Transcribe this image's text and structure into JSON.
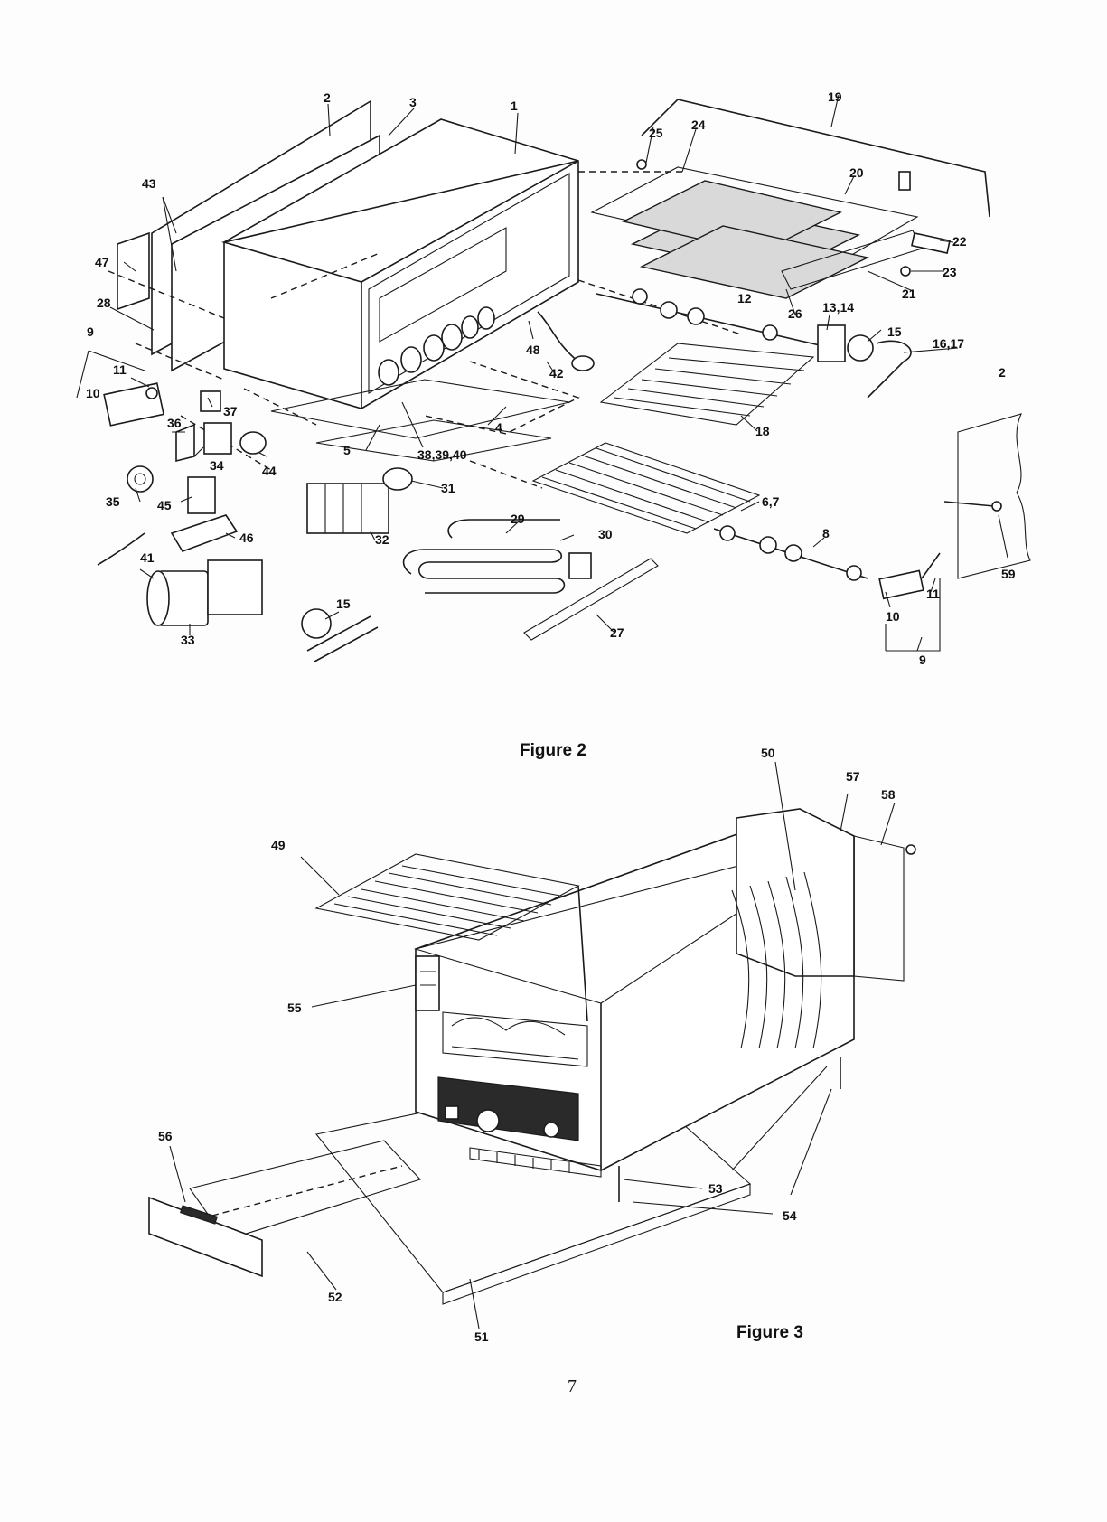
{
  "figures": [
    {
      "caption": "Figure 2",
      "callouts": [
        "1",
        "2",
        "3",
        "43",
        "47",
        "28",
        "9",
        "11",
        "10",
        "37",
        "36",
        "34",
        "44",
        "35",
        "45",
        "46",
        "41",
        "33",
        "15",
        "32",
        "31",
        "5",
        "38,39,40",
        "4",
        "48",
        "42",
        "29",
        "30",
        "27",
        "19",
        "25",
        "24",
        "20",
        "22",
        "23",
        "21",
        "26",
        "13,14",
        "15",
        "16,17",
        "12",
        "18",
        "6,7",
        "8",
        "2",
        "59",
        "11",
        "10",
        "9"
      ]
    },
    {
      "caption": "Figure 3",
      "callouts": [
        "50",
        "57",
        "58",
        "49",
        "55",
        "56",
        "52",
        "51",
        "53",
        "54"
      ]
    }
  ],
  "page_number": "7"
}
